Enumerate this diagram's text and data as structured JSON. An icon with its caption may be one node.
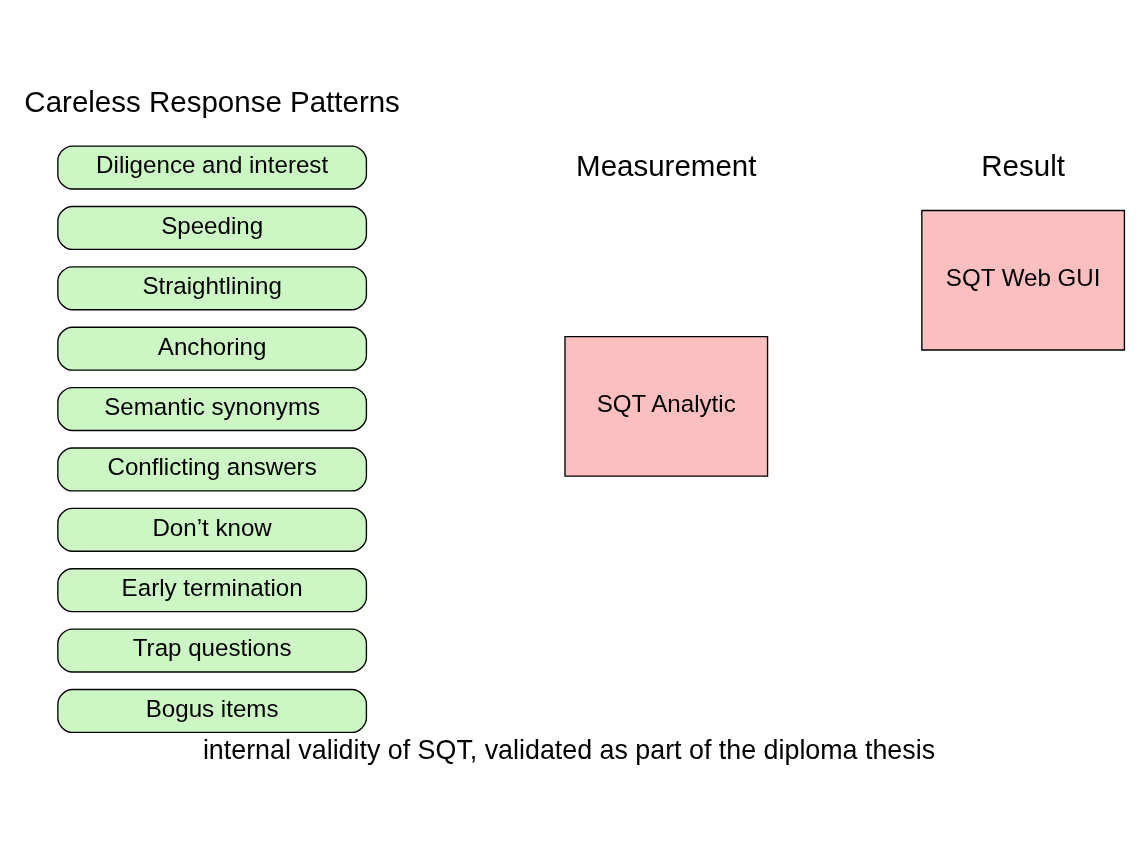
{
  "diagram": {
    "caption": "internal validity of SQT, validated as part of the diploma thesis",
    "nodes": [
      {
        "text": [
          "Diligence and interest"
        ]
      },
      {
        "text": [
          "Speeding"
        ]
      },
      {
        "text": [
          "Straightlining"
        ]
      },
      {
        "text": [
          "Anchoring"
        ]
      },
      {
        "text": [
          "Semantic synonyms"
        ]
      },
      {
        "text": [
          "Conflicting answers"
        ]
      },
      {
        "text": [
          "Don’t know"
        ]
      },
      {
        "text": [
          "Early termination"
        ]
      },
      {
        "text": [
          "Trap questions"
        ]
      },
      {
        "text": [
          "Bogus items"
        ]
      },
      {
        "text": [
          "SQT Analytic"
        ]
      },
      {
        "text": [
          "SQT Web GUI"
        ]
      }
    ],
    "edges": [],
    "labels": [
      "Careless Response Patterns",
      "Measurement",
      "Result"
    ]
  }
}
